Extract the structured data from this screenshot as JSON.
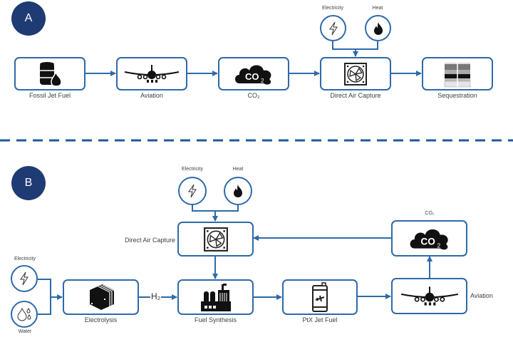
{
  "panel_a": {
    "badge": "A",
    "nodes": {
      "fossil_jet_fuel": "Fossil Jet Fuel",
      "aviation": "Aviation",
      "co2": "CO₂",
      "direct_air_capture": "Direct Air Capture",
      "sequestration": "Sequestration"
    },
    "inputs": {
      "electricity": "Electricity",
      "heat": "Heat"
    }
  },
  "panel_b": {
    "badge": "B",
    "nodes": {
      "direct_air_capture": "Direct Air Capture",
      "co2": "CO₂",
      "electrolysis": "Electrolysis",
      "fuel_synthesis": "Fuel Synthesis",
      "ptx_jet_fuel": "PtX Jet Fuel",
      "aviation": "Aviation"
    },
    "inputs": {
      "electricity_top": "Electricity",
      "heat": "Heat",
      "electricity_left": "Electricity",
      "water": "Water"
    },
    "h2_label": "H₂"
  },
  "icons": {
    "fossil_jet_fuel": "oil-barrel-drop-icon",
    "aviation": "airplane-icon",
    "co2": "co2-cloud-icon",
    "direct_air_capture": "fan-icon",
    "sequestration": "rock-layers-icon",
    "electricity": "lightning-icon",
    "heat": "flame-icon",
    "water": "water-drops-icon",
    "electrolysis": "electrolyzer-stack-icon",
    "fuel_synthesis": "factory-icon",
    "ptx_jet_fuel": "fuel-barrel-plane-icon"
  },
  "colors": {
    "line": "#2e6aa8",
    "badge": "#1f3b73",
    "divider": "#1f5a9a"
  }
}
